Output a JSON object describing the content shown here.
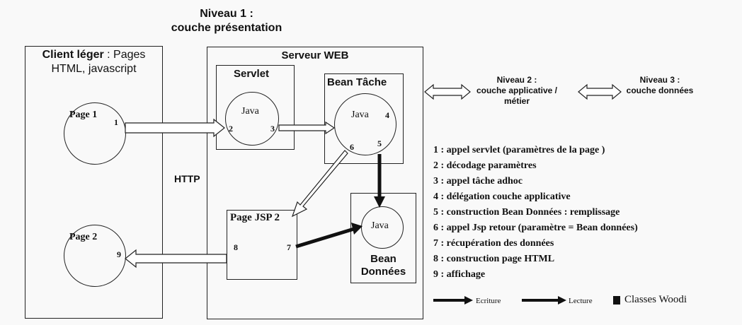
{
  "title": {
    "line1": "Niveau 1 :",
    "line2": "couche présentation"
  },
  "client": {
    "bold": "Client léger",
    "rest": " : Pages",
    "line2": "HTML, javascript"
  },
  "server": {
    "title": "Serveur WEB"
  },
  "servlet": {
    "title": "Servlet",
    "circle_label": "Java"
  },
  "bean_tache": {
    "title": "Bean Tâche",
    "circle_label": "Java"
  },
  "bean_donnees": {
    "line1": "Bean",
    "line2": "Données",
    "circle_label": "Java"
  },
  "page_jsp": {
    "title": "Page JSP 2"
  },
  "pages": {
    "page1": "Page 1",
    "page2": "Page 2"
  },
  "http_label": "HTTP",
  "numbers": {
    "n1": "1",
    "n2": "2",
    "n3": "3",
    "n4": "4",
    "n5": "5",
    "n6": "6",
    "n7": "7",
    "n8": "8",
    "n9": "9"
  },
  "niveau2": {
    "line1": "Niveau 2 :",
    "line2": "couche applicative /",
    "line3": "métier"
  },
  "niveau3": {
    "line1": "Niveau 3 :",
    "line2": "couche données"
  },
  "legend_items": [
    "1 : appel servlet (paramètres de la page )",
    "2 : décodage paramètres",
    "3 : appel tâche adhoc",
    "4 : délégation couche applicative",
    "5 : construction Bean Données : remplissage",
    "6 : appel Jsp retour (paramètre = Bean données)",
    "7 : récupération des données",
    "8 : construction page HTML",
    "9 : affichage"
  ],
  "key": {
    "ecriture": "Ecriture",
    "lecture": "Lecture",
    "classes": "Classes Woodi"
  }
}
